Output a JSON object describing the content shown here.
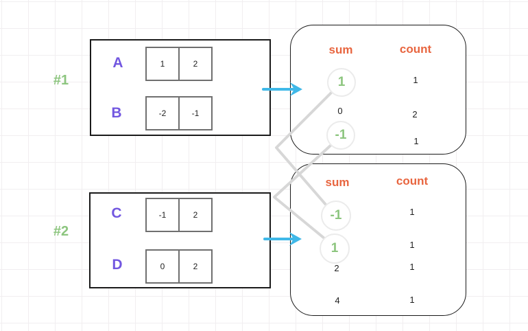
{
  "set1": {
    "tag": "#1",
    "rows": [
      {
        "label": "A",
        "cells": [
          "1",
          "2"
        ]
      },
      {
        "label": "B",
        "cells": [
          "-2",
          "-1"
        ]
      }
    ]
  },
  "set2": {
    "tag": "#2",
    "rows": [
      {
        "label": "C",
        "cells": [
          "-1",
          "2"
        ]
      },
      {
        "label": "D",
        "cells": [
          "0",
          "2"
        ]
      }
    ]
  },
  "table1": {
    "headers": {
      "sum": "sum",
      "count": "count"
    },
    "rows": [
      {
        "sum": "1",
        "count": "1",
        "circled": true
      },
      {
        "sum": "0",
        "count": "2",
        "circled": false
      },
      {
        "sum": "-1",
        "count": "1",
        "circled": true
      }
    ]
  },
  "table2": {
    "headers": {
      "sum": "sum",
      "count": "count"
    },
    "rows": [
      {
        "sum": "-1",
        "count": "1",
        "circled": true
      },
      {
        "sum": "1",
        "count": "1",
        "circled": true
      },
      {
        "sum": "2",
        "count": "1",
        "circled": false
      },
      {
        "sum": "4",
        "count": "1",
        "circled": false
      }
    ]
  },
  "connections": [
    {
      "from": "table1.sum.1",
      "to": "table2.sum.-1"
    },
    {
      "from": "table1.sum.-1",
      "to": "table2.sum.1"
    }
  ],
  "icons": {
    "arrow": "right-arrow"
  },
  "colors": {
    "label_purple": "#7257e0",
    "highlight_green": "#8cc57e",
    "header_orange": "#e8653f",
    "arrow_blue": "#3fb8e8",
    "connector_gray": "#d7d7d7",
    "circle_stroke": "#ebebeb",
    "box_border": "#1a1a1a",
    "cell_border": "#6f6f6f"
  }
}
